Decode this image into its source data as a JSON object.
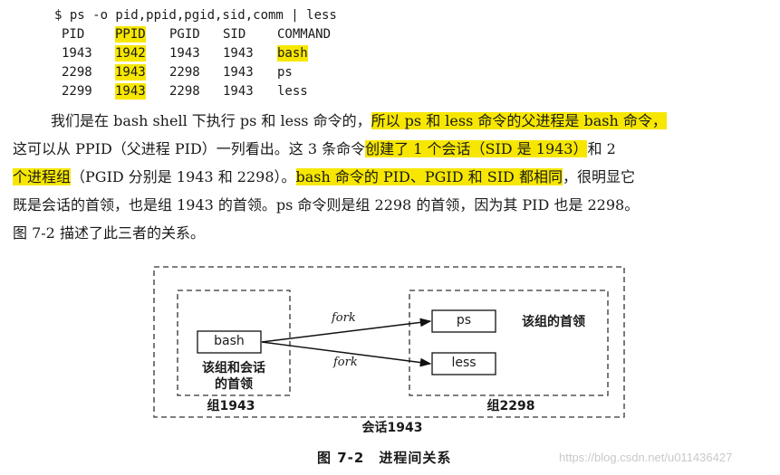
{
  "terminal": {
    "command": "$ ps -o pid,ppid,pgid,sid,comm | less",
    "headers": [
      "PID",
      "PPID",
      "PGID",
      "SID",
      "COMMAND"
    ],
    "rows": [
      [
        "1943",
        "1942",
        "1943",
        "1943",
        "bash"
      ],
      [
        "2298",
        "1943",
        "2298",
        "1943",
        "ps"
      ],
      [
        "2299",
        "1943",
        "2298",
        "1943",
        "less"
      ]
    ]
  },
  "paragraph": {
    "line1_a": "我们是在 bash shell 下执行 ps 和 less 命令的，",
    "line1_hl": "所以 ps 和 less 命令的父进程是 bash 命令，",
    "line2_a": "这可以从 PPID（父进程 PID）一列看出。这 3 条命令",
    "line2_hl": "创建了 1 个会话（SID 是 1943）",
    "line2_b": "和 2",
    "line3_hl1": "个进程组",
    "line3_a": "（PGID 分别是 1943 和 2298）。",
    "line3_hl2": "bash 命令的 PID、PGID 和 SID 都相同",
    "line3_b": "，很明显它",
    "line4": "既是会话的首领，也是组 1943 的首领。ps 命令则是组 2298 的首领，因为其 PID 也是 2298。",
    "line5": "图 7-2 描述了此三者的关系。"
  },
  "diagram": {
    "bash_label": "bash",
    "ps_label": "ps",
    "less_label": "less",
    "fork1": "fork",
    "fork2": "fork",
    "group1943_leader": "该组和会话",
    "group1943_leader2": "的首领",
    "group2298_leader": "该组的首领",
    "group1943_label": "组1943",
    "group2298_label": "组2298",
    "session_label": "会话1943"
  },
  "caption": "图 7-2　进程间关系",
  "watermark": "https://blog.csdn.net/u011436427"
}
